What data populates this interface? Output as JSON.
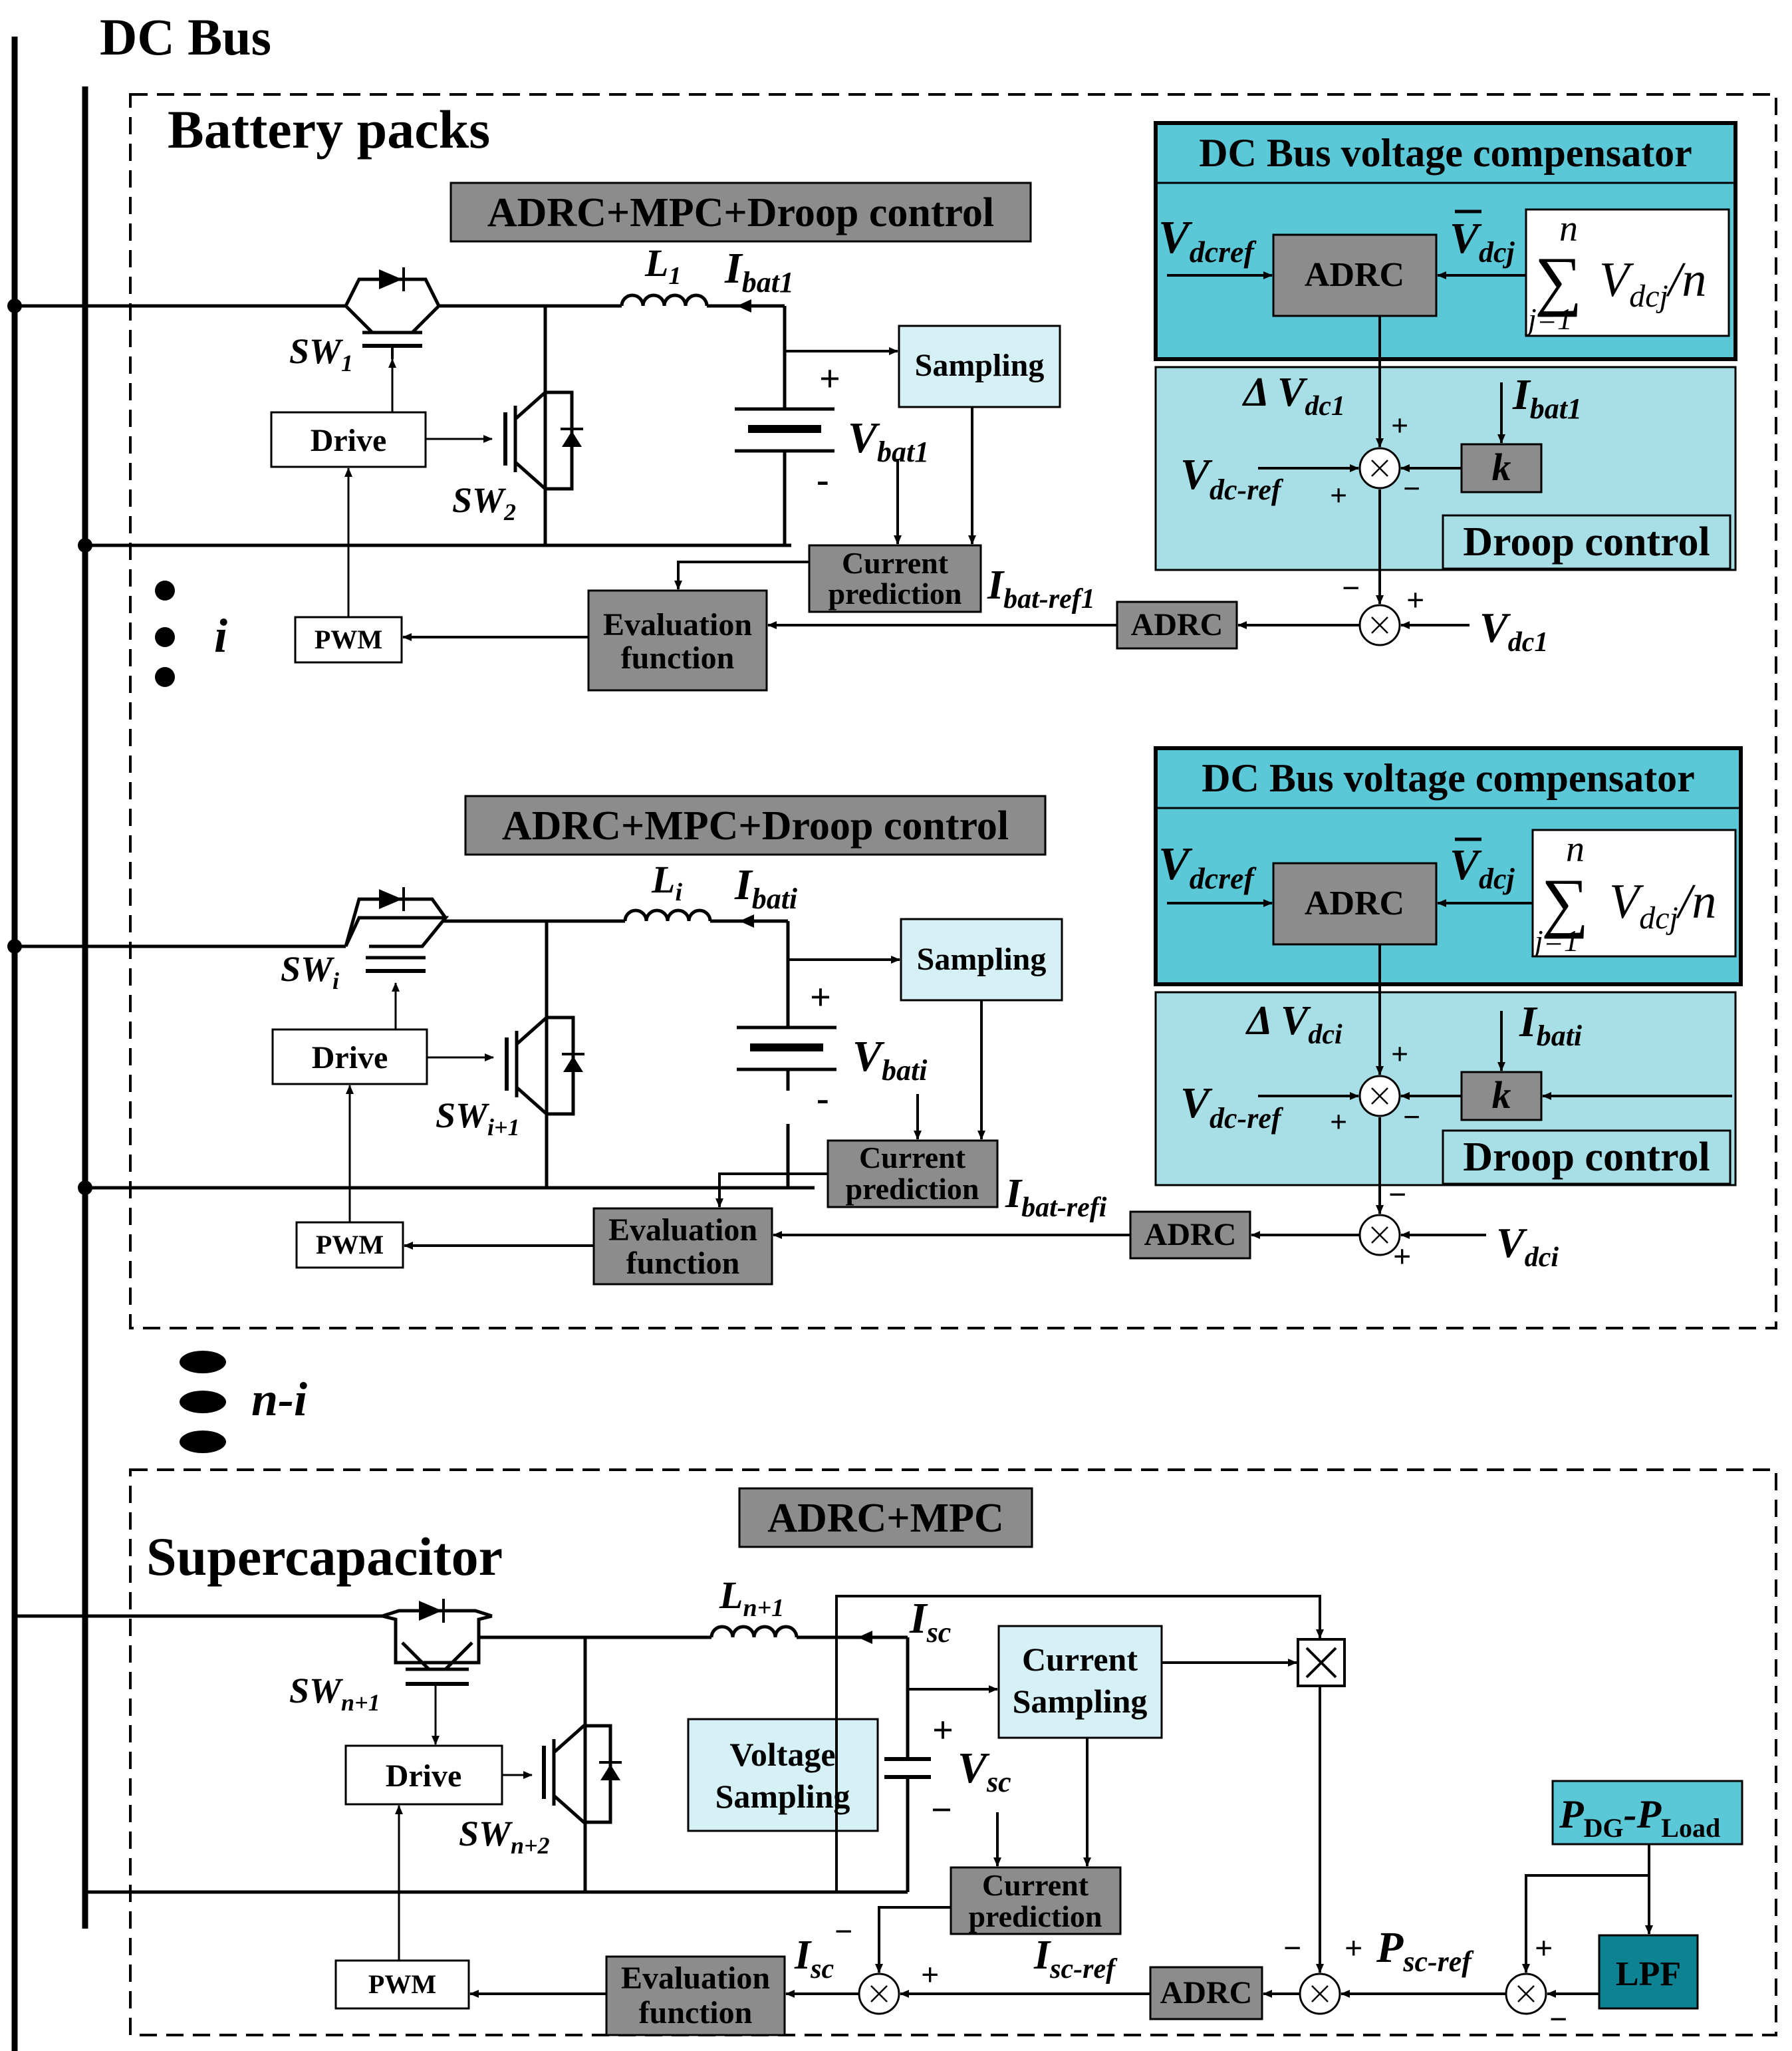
{
  "colors": {
    "dark_box": "#8c8c8c",
    "compensator_bg": "#5bc8d8",
    "droop_bg": "#a8dfe6",
    "light_box": "#d6f1f5",
    "lpf": "#0d8293",
    "title_box": "#a0a0a0"
  },
  "title": "DC Bus",
  "battery": {
    "section_label": "Battery packs",
    "ellipsis_index": "i",
    "unit1": {
      "control": "ADRC+MPC+Droop control",
      "switch_a": "SW",
      "switch_a_sub": "1",
      "switch_b": "SW",
      "switch_b_sub": "2",
      "inductor": "L",
      "inductor_sub": "1",
      "current": "I",
      "current_sub": "bat1",
      "voltage": "V",
      "voltage_sub": "bat1",
      "drive": "Drive",
      "pwm": "PWM",
      "sampling": "Sampling",
      "prediction_1": "Current",
      "prediction_2": "prediction",
      "eval_1": "Evaluation",
      "eval_2": "function",
      "adrc": "ADRC",
      "iref": "I",
      "iref_sub": "bat-ref1",
      "vdc": "V",
      "vdc_sub": "dc1",
      "compensator_title": "DC Bus voltage compensator",
      "comp_adrc": "ADRC",
      "vdcref": "V",
      "vdcref_sub": "dcref",
      "vdcj_bar": "V",
      "vdcj_sub": "dcj",
      "sum_top": "n",
      "sum_body": "V",
      "sum_body_sub": "dcj",
      "sum_tail": "/n",
      "sum_bottom": "j=1",
      "delta": "Δ V",
      "delta_sub": "dc1",
      "droop_current": "I",
      "droop_current_sub": "bat1",
      "k": "k",
      "vdc_ref": "V",
      "vdc_ref_sub": "dc-ref",
      "droop_title": "Droop control"
    },
    "unit2": {
      "control": "ADRC+MPC+Droop control",
      "switch_a": "SW",
      "switch_a_sub": "i",
      "switch_b": "SW",
      "switch_b_sub": "i+1",
      "inductor": "L",
      "inductor_sub": "i",
      "current": "I",
      "current_sub": "bati",
      "voltage": "V",
      "voltage_sub": "bati",
      "drive": "Drive",
      "pwm": "PWM",
      "sampling": "Sampling",
      "prediction_1": "Current",
      "prediction_2": "prediction",
      "eval_1": "Evaluation",
      "eval_2": "function",
      "adrc": "ADRC",
      "iref": "I",
      "iref_sub": "bat-refi",
      "vdc": "V",
      "vdc_sub": "dci",
      "compensator_title": "DC Bus voltage compensator",
      "comp_adrc": "ADRC",
      "vdcref": "V",
      "vdcref_sub": "dcref",
      "vdcj_bar": "V",
      "vdcj_sub": "dcj",
      "sum_top": "n",
      "sum_body": "V",
      "sum_body_sub": "dcj",
      "sum_tail": "/n",
      "sum_bottom": "j=1",
      "delta": "Δ V",
      "delta_sub": "dci",
      "droop_current": "I",
      "droop_current_sub": "bati",
      "k": "k",
      "vdc_ref": "V",
      "vdc_ref_sub": "dc-ref",
      "droop_title": "Droop control"
    }
  },
  "between_label": "n-i",
  "supercap": {
    "section_label": "Supercapacitor",
    "control": "ADRC+MPC",
    "switch_a": "SW",
    "switch_a_sub": "n+1",
    "switch_b": "SW",
    "switch_b_sub": "n+2",
    "inductor": "L",
    "inductor_sub": "n+1",
    "current": "I",
    "current_sub": "sc",
    "voltage": "V",
    "voltage_sub": "sc",
    "drive": "Drive",
    "pwm": "PWM",
    "voltage_sampling_1": "Voltage",
    "voltage_sampling_2": "Sampling",
    "current_sampling_1": "Current",
    "current_sampling_2": "Sampling",
    "prediction_1": "Current",
    "prediction_2": "prediction",
    "eval_1": "Evaluation",
    "eval_2": "function",
    "adrc": "ADRC",
    "isc": "I",
    "isc_sub": "sc",
    "iref": "I",
    "iref_sub": "sc-ref",
    "pref": "P",
    "pref_sub": "sc-ref",
    "pdg": "P",
    "pdg_sub": "DG",
    "pload": "-P",
    "pload_sub": "Load",
    "lpf": "LPF"
  }
}
